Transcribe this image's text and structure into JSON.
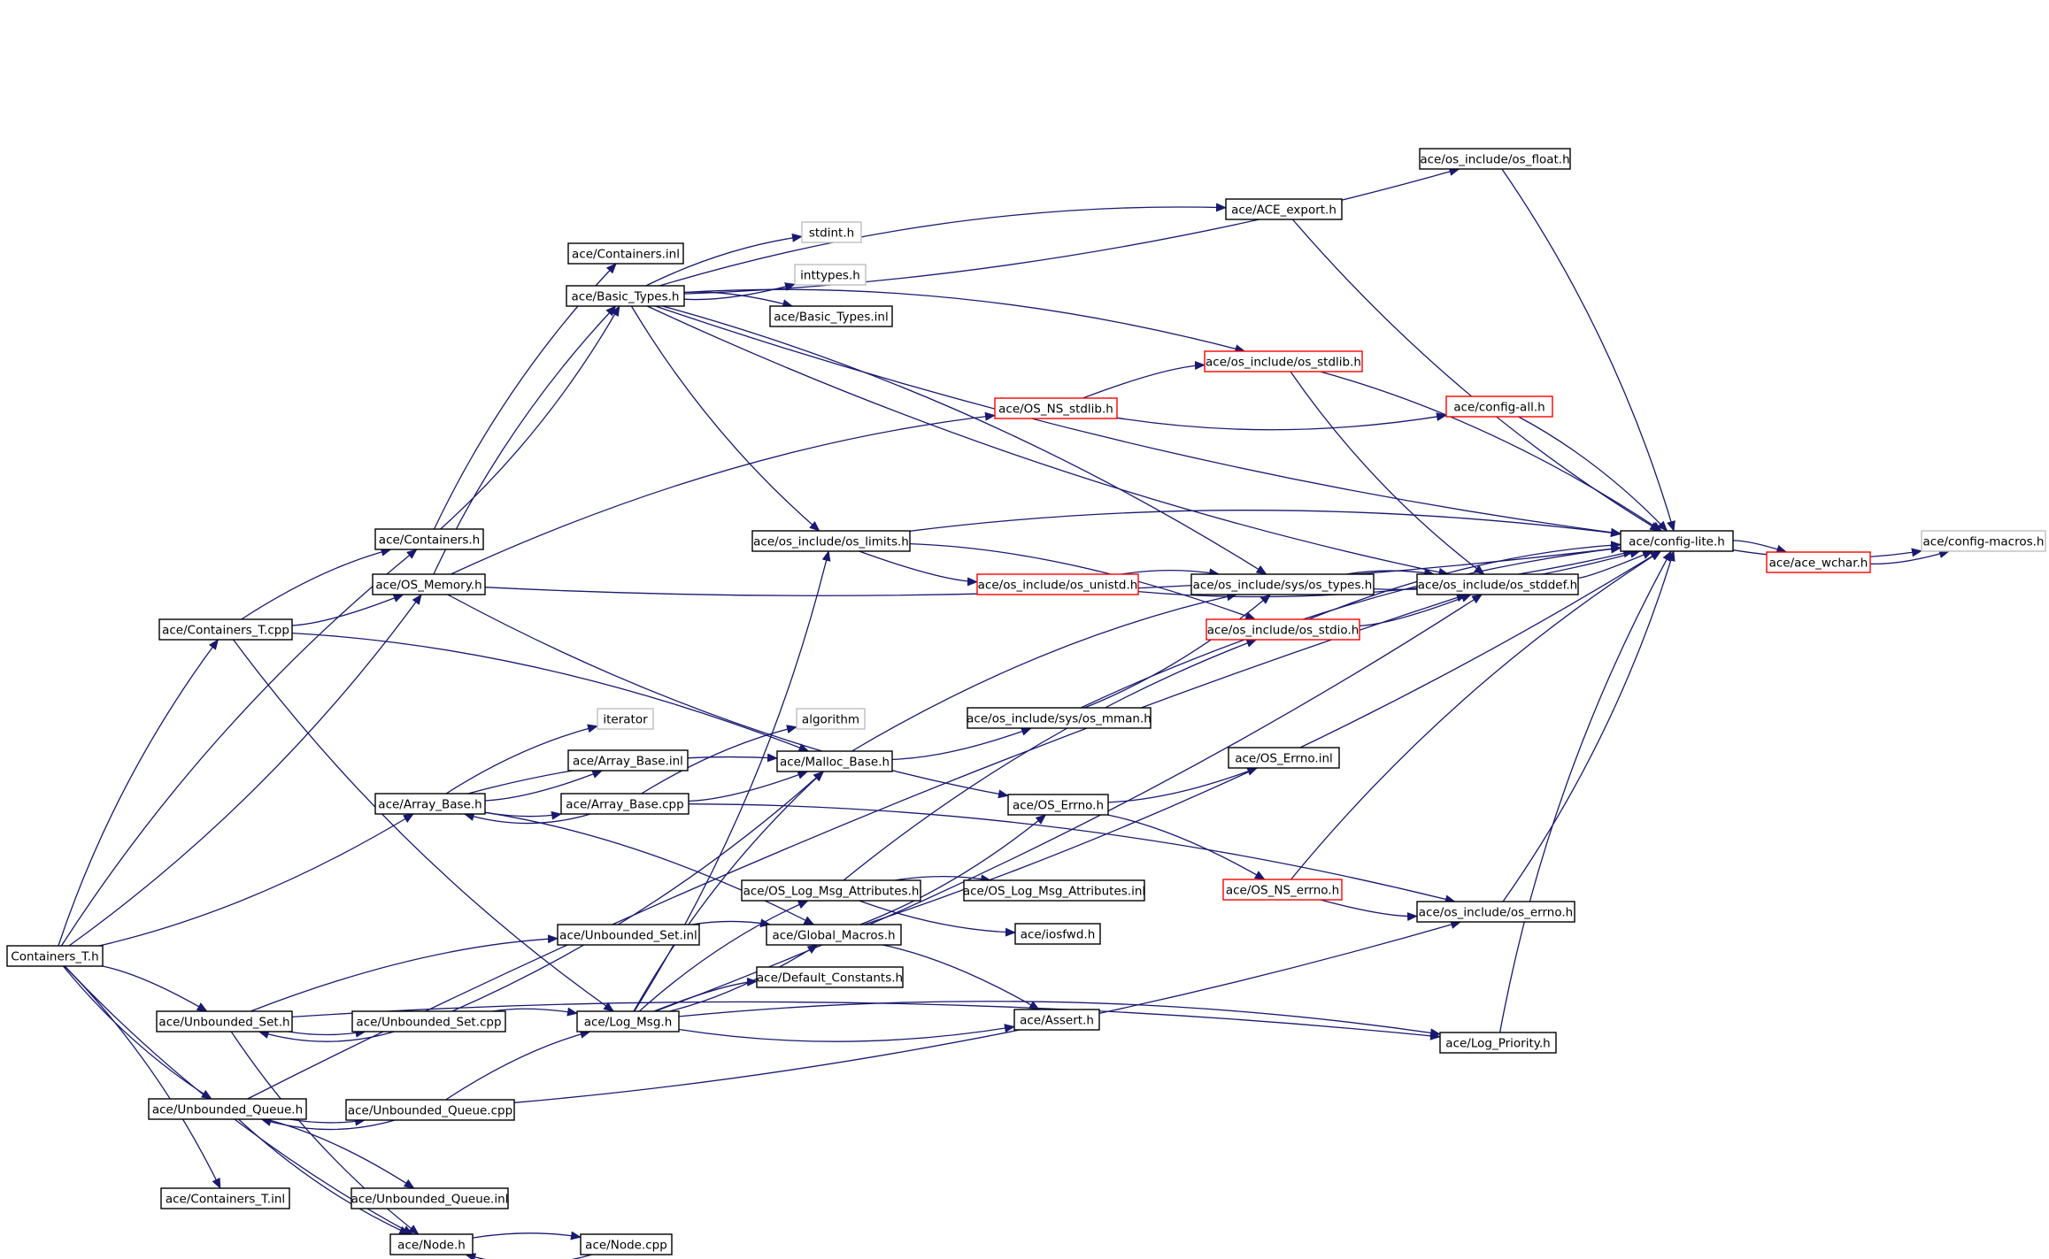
{
  "nodes": [
    {
      "id": "containers_t_h",
      "label": "Containers_T.h",
      "style": "root"
    },
    {
      "id": "containers_h",
      "label": "ace/Containers.h",
      "style": "normal"
    },
    {
      "id": "containers_inl",
      "label": "ace/Containers.inl",
      "style": "normal"
    },
    {
      "id": "basic_types_h",
      "label": "ace/Basic_Types.h",
      "style": "normal"
    },
    {
      "id": "stdint_h",
      "label": "stdint.h",
      "style": "missing"
    },
    {
      "id": "inttypes_h",
      "label": "inttypes.h",
      "style": "missing"
    },
    {
      "id": "basic_types_inl",
      "label": "ace/Basic_Types.inl",
      "style": "normal"
    },
    {
      "id": "os_float_h",
      "label": "ace/os_include/os_float.h",
      "style": "normal"
    },
    {
      "id": "ace_export_h",
      "label": "ace/ACE_export.h",
      "style": "normal"
    },
    {
      "id": "os_stdlib_h",
      "label": "ace/os_include/os_stdlib.h",
      "style": "truncated"
    },
    {
      "id": "os_ns_stdlib_h",
      "label": "ace/OS_NS_stdlib.h",
      "style": "truncated"
    },
    {
      "id": "config_all_h",
      "label": "ace/config-all.h",
      "style": "truncated"
    },
    {
      "id": "config_lite_h",
      "label": "ace/config-lite.h",
      "style": "normal"
    },
    {
      "id": "config_macros_h",
      "label": "ace/config-macros.h",
      "style": "missing"
    },
    {
      "id": "ace_wchar_h",
      "label": "ace/ace_wchar.h",
      "style": "truncated"
    },
    {
      "id": "os_memory_h",
      "label": "ace/OS_Memory.h",
      "style": "normal"
    },
    {
      "id": "os_limits_h",
      "label": "ace/os_include/os_limits.h",
      "style": "normal"
    },
    {
      "id": "os_unistd_h",
      "label": "ace/os_include/os_unistd.h",
      "style": "truncated"
    },
    {
      "id": "os_types_h",
      "label": "ace/os_include/sys/os_types.h",
      "style": "normal"
    },
    {
      "id": "os_stddef_h",
      "label": "ace/os_include/os_stddef.h",
      "style": "normal"
    },
    {
      "id": "containers_t_cpp",
      "label": "ace/Containers_T.cpp",
      "style": "normal"
    },
    {
      "id": "os_stdio_h",
      "label": "ace/os_include/os_stdio.h",
      "style": "truncated"
    },
    {
      "id": "iterator",
      "label": "iterator",
      "style": "missing"
    },
    {
      "id": "algorithm",
      "label": "algorithm",
      "style": "missing"
    },
    {
      "id": "os_mman_h",
      "label": "ace/os_include/sys/os_mman.h",
      "style": "normal"
    },
    {
      "id": "array_base_inl",
      "label": "ace/Array_Base.inl",
      "style": "normal"
    },
    {
      "id": "malloc_base_h",
      "label": "ace/Malloc_Base.h",
      "style": "normal"
    },
    {
      "id": "os_errno_inl",
      "label": "ace/OS_Errno.inl",
      "style": "normal"
    },
    {
      "id": "array_base_h",
      "label": "ace/Array_Base.h",
      "style": "normal"
    },
    {
      "id": "array_base_cpp",
      "label": "ace/Array_Base.cpp",
      "style": "normal"
    },
    {
      "id": "os_errno_h_ace",
      "label": "ace/OS_Errno.h",
      "style": "normal"
    },
    {
      "id": "os_ns_errno_h",
      "label": "ace/OS_NS_errno.h",
      "style": "truncated"
    },
    {
      "id": "os_log_msg_attributes_h",
      "label": "ace/OS_Log_Msg_Attributes.h",
      "style": "normal"
    },
    {
      "id": "os_log_msg_attributes_inl",
      "label": "ace/OS_Log_Msg_Attributes.inl",
      "style": "normal"
    },
    {
      "id": "os_include_errno_h",
      "label": "ace/os_include/os_errno.h",
      "style": "normal"
    },
    {
      "id": "unbounded_set_inl",
      "label": "ace/Unbounded_Set.inl",
      "style": "normal"
    },
    {
      "id": "global_macros_h",
      "label": "ace/Global_Macros.h",
      "style": "normal"
    },
    {
      "id": "iosfwd_h",
      "label": "ace/iosfwd.h",
      "style": "normal"
    },
    {
      "id": "default_constants_h",
      "label": "ace/Default_Constants.h",
      "style": "normal"
    },
    {
      "id": "unbounded_set_h",
      "label": "ace/Unbounded_Set.h",
      "style": "normal"
    },
    {
      "id": "unbounded_set_cpp",
      "label": "ace/Unbounded_Set.cpp",
      "style": "normal"
    },
    {
      "id": "log_msg_h",
      "label": "ace/Log_Msg.h",
      "style": "normal"
    },
    {
      "id": "assert_h",
      "label": "ace/Assert.h",
      "style": "normal"
    },
    {
      "id": "log_priority_h",
      "label": "ace/Log_Priority.h",
      "style": "normal"
    },
    {
      "id": "unbounded_queue_h",
      "label": "ace/Unbounded_Queue.h",
      "style": "normal"
    },
    {
      "id": "unbounded_queue_cpp",
      "label": "ace/Unbounded_Queue.cpp",
      "style": "normal"
    },
    {
      "id": "containers_t_inl",
      "label": "ace/Containers_T.inl",
      "style": "normal"
    },
    {
      "id": "unbounded_queue_inl",
      "label": "ace/Unbounded_Queue.inl",
      "style": "normal"
    },
    {
      "id": "node_h",
      "label": "ace/Node.h",
      "style": "normal"
    },
    {
      "id": "node_cpp",
      "label": "ace/Node.cpp",
      "style": "normal"
    }
  ],
  "edges": [
    [
      "containers_t_h",
      "containers_h"
    ],
    [
      "containers_t_h",
      "os_memory_h"
    ],
    [
      "containers_t_h",
      "containers_t_cpp"
    ],
    [
      "containers_t_h",
      "array_base_h"
    ],
    [
      "containers_t_h",
      "unbounded_set_h"
    ],
    [
      "containers_t_h",
      "unbounded_queue_h"
    ],
    [
      "containers_t_h",
      "containers_t_inl"
    ],
    [
      "containers_t_h",
      "node_h"
    ],
    [
      "containers_h",
      "containers_inl"
    ],
    [
      "containers_h",
      "basic_types_h"
    ],
    [
      "os_memory_h",
      "basic_types_h"
    ],
    [
      "os_memory_h",
      "config_lite_h"
    ],
    [
      "os_memory_h",
      "os_ns_stdlib_h"
    ],
    [
      "os_memory_h",
      "os_errno_h_ace"
    ],
    [
      "basic_types_h",
      "stdint_h"
    ],
    [
      "basic_types_h",
      "inttypes_h"
    ],
    [
      "basic_types_h",
      "basic_types_inl"
    ],
    [
      "basic_types_h",
      "os_float_h"
    ],
    [
      "basic_types_h",
      "ace_export_h"
    ],
    [
      "basic_types_h",
      "config_lite_h"
    ],
    [
      "basic_types_h",
      "os_stdlib_h"
    ],
    [
      "basic_types_h",
      "os_limits_h"
    ],
    [
      "basic_types_h",
      "os_types_h"
    ],
    [
      "basic_types_h",
      "os_stddef_h"
    ],
    [
      "os_float_h",
      "config_lite_h"
    ],
    [
      "ace_export_h",
      "config_lite_h"
    ],
    [
      "os_ns_stdlib_h",
      "os_stdlib_h"
    ],
    [
      "os_ns_stdlib_h",
      "config_all_h"
    ],
    [
      "os_stdlib_h",
      "config_lite_h"
    ],
    [
      "os_stdlib_h",
      "os_stddef_h"
    ],
    [
      "config_all_h",
      "config_lite_h"
    ],
    [
      "config_lite_h",
      "config_macros_h"
    ],
    [
      "config_lite_h",
      "ace_wchar_h"
    ],
    [
      "ace_wchar_h",
      "config_macros_h"
    ],
    [
      "os_limits_h",
      "config_lite_h"
    ],
    [
      "os_limits_h",
      "os_unistd_h"
    ],
    [
      "os_limits_h",
      "os_stdio_h"
    ],
    [
      "os_unistd_h",
      "config_lite_h"
    ],
    [
      "os_unistd_h",
      "os_types_h"
    ],
    [
      "os_types_h",
      "config_lite_h"
    ],
    [
      "os_types_h",
      "os_stddef_h"
    ],
    [
      "os_stddef_h",
      "config_lite_h"
    ],
    [
      "os_stdio_h",
      "config_lite_h"
    ],
    [
      "os_stdio_h",
      "os_stddef_h"
    ],
    [
      "containers_t_cpp",
      "containers_h"
    ],
    [
      "containers_t_cpp",
      "os_memory_h"
    ],
    [
      "containers_t_cpp",
      "malloc_base_h"
    ],
    [
      "containers_t_cpp",
      "log_msg_h"
    ],
    [
      "array_base_h",
      "iterator"
    ],
    [
      "array_base_h",
      "array_base_inl"
    ],
    [
      "array_base_h",
      "malloc_base_h"
    ],
    [
      "array_base_h",
      "array_base_cpp"
    ],
    [
      "array_base_h",
      "global_macros_h"
    ],
    [
      "array_base_cpp",
      "array_base_h"
    ],
    [
      "array_base_cpp",
      "algorithm"
    ],
    [
      "array_base_cpp",
      "malloc_base_h"
    ],
    [
      "array_base_cpp",
      "os_include_errno_h"
    ],
    [
      "malloc_base_h",
      "os_mman_h"
    ],
    [
      "malloc_base_h",
      "os_types_h"
    ],
    [
      "os_mman_h",
      "os_types_h"
    ],
    [
      "os_mman_h",
      "config_lite_h"
    ],
    [
      "os_errno_h_ace",
      "os_errno_inl"
    ],
    [
      "os_errno_h_ace",
      "os_ns_errno_h"
    ],
    [
      "os_ns_errno_h",
      "os_include_errno_h"
    ],
    [
      "os_ns_errno_h",
      "config_lite_h"
    ],
    [
      "os_include_errno_h",
      "config_lite_h"
    ],
    [
      "os_log_msg_attributes_h",
      "os_log_msg_attributes_inl"
    ],
    [
      "os_log_msg_attributes_h",
      "iosfwd_h"
    ],
    [
      "os_log_msg_attributes_h",
      "os_stdio_h"
    ],
    [
      "global_macros_h",
      "config_lite_h"
    ],
    [
      "global_macros_h",
      "assert_h"
    ],
    [
      "global_macros_h",
      "os_errno_h_ace"
    ],
    [
      "unbounded_set_inl",
      "global_macros_h"
    ],
    [
      "unbounded_set_h",
      "unbounded_set_cpp"
    ],
    [
      "unbounded_set_h",
      "unbounded_set_inl"
    ],
    [
      "unbounded_set_h",
      "node_h"
    ],
    [
      "unbounded_set_h",
      "log_priority_h"
    ],
    [
      "unbounded_set_cpp",
      "unbounded_set_h"
    ],
    [
      "unbounded_set_cpp",
      "log_msg_h"
    ],
    [
      "unbounded_set_cpp",
      "malloc_base_h"
    ],
    [
      "log_msg_h",
      "os_log_msg_attributes_h"
    ],
    [
      "log_msg_h",
      "global_macros_h"
    ],
    [
      "log_msg_h",
      "default_constants_h"
    ],
    [
      "log_msg_h",
      "assert_h"
    ],
    [
      "log_msg_h",
      "log_priority_h"
    ],
    [
      "log_msg_h",
      "os_limits_h"
    ],
    [
      "log_msg_h",
      "malloc_base_h"
    ],
    [
      "log_msg_h",
      "os_stddef_h"
    ],
    [
      "log_priority_h",
      "config_lite_h"
    ],
    [
      "unbounded_queue_h",
      "unbounded_queue_cpp"
    ],
    [
      "unbounded_queue_h",
      "unbounded_queue_inl"
    ],
    [
      "unbounded_queue_h",
      "node_h"
    ],
    [
      "unbounded_queue_h",
      "os_stddef_h"
    ],
    [
      "unbounded_queue_cpp",
      "unbounded_queue_h"
    ],
    [
      "unbounded_queue_cpp",
      "log_msg_h"
    ],
    [
      "unbounded_queue_cpp",
      "os_include_errno_h"
    ],
    [
      "node_h",
      "node_cpp"
    ],
    [
      "node_cpp",
      "node_h"
    ]
  ],
  "colors": {
    "edge": "#191970",
    "node_border": "#000000",
    "truncated_border": "#ff0000",
    "missing_border": "#bfbfbf",
    "root_fill": "#bfbfbf"
  }
}
